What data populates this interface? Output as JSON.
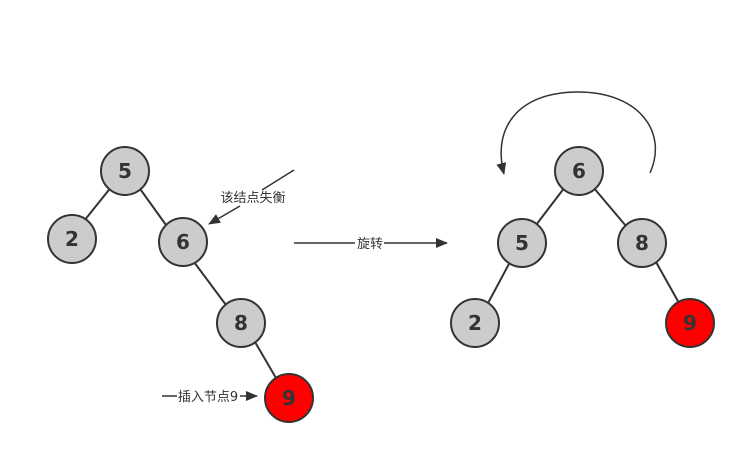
{
  "colors": {
    "node_fill": "#cccccc",
    "highlight_fill": "#ff0000",
    "stroke": "#333333"
  },
  "before_tree": {
    "nodes": {
      "root": "5",
      "left_child": "2",
      "right_child": "6",
      "right_grandchild": "8",
      "inserted": "9"
    },
    "unbalanced_label": "该结点失衡",
    "insert_label": "插入节点9"
  },
  "rotation_label": "旋转",
  "after_tree": {
    "nodes": {
      "root": "6",
      "left_child": "5",
      "right_child": "8",
      "left_grandchild": "2",
      "inserted": "9"
    }
  }
}
